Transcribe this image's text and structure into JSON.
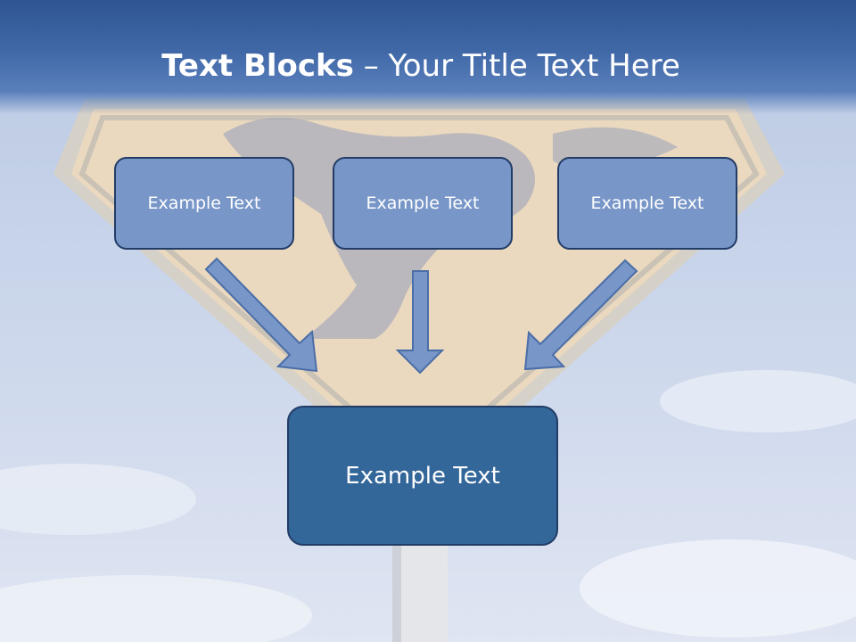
{
  "title": {
    "bold": "Text Blocks",
    "rest": " – Your Title Text Here"
  },
  "blocks": [
    {
      "label": "Example Text"
    },
    {
      "label": "Example Text"
    },
    {
      "label": "Example Text"
    }
  ],
  "target": {
    "label": "Example Text"
  },
  "colors": {
    "title_band": "#2f5592",
    "small_box_fill": "#7896c8",
    "big_box_fill": "#336699",
    "box_border": "#223c66",
    "arrow_fill": "#7896c8"
  }
}
